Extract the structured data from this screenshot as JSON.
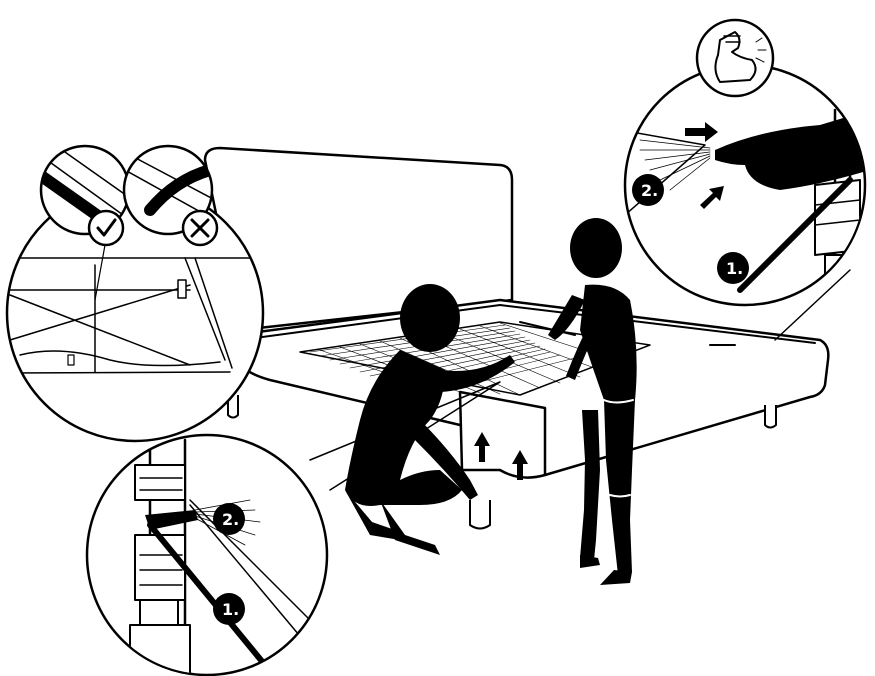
{
  "illustration": {
    "palette": {
      "ink": "#000000",
      "paper": "#ffffff"
    },
    "callouts": [
      {
        "id": "top-left",
        "checks": [
          "correct",
          "incorrect"
        ],
        "check_icon": "checkmark-icon",
        "cross_icon": "cross-icon"
      },
      {
        "id": "top-right",
        "steps": [
          "1.",
          "2."
        ],
        "extra_icon": "flexed-arm-strength-icon"
      },
      {
        "id": "bottom-left",
        "steps": [
          "1.",
          "2."
        ]
      }
    ],
    "people_count": 2,
    "arrow_icon": "lift-up-arrow-icon"
  }
}
